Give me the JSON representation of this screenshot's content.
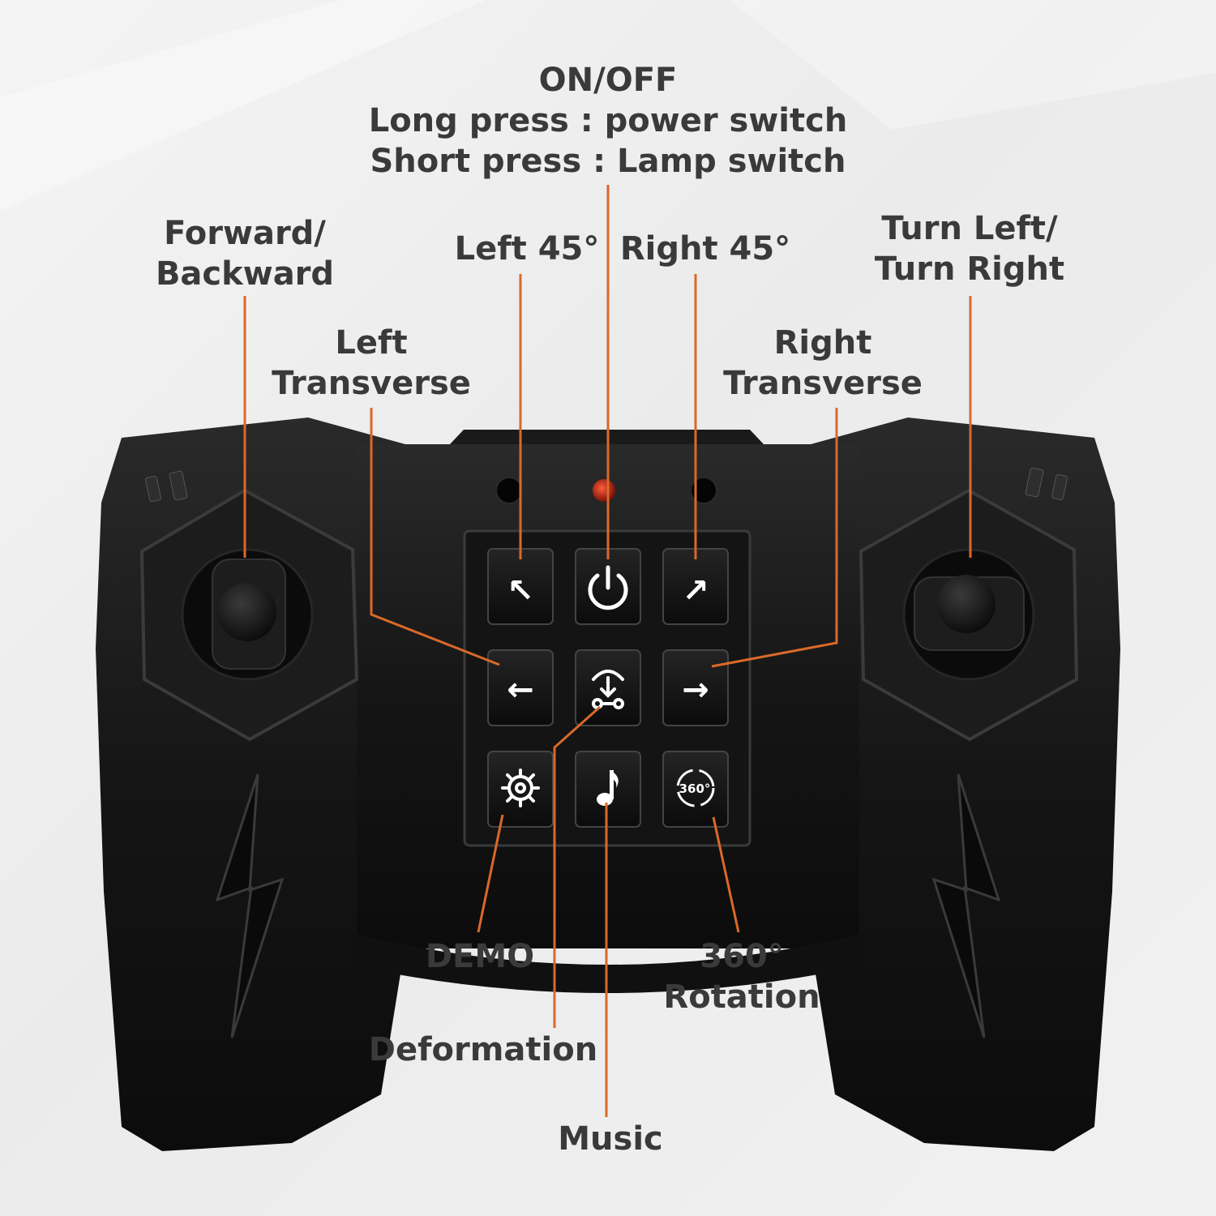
{
  "labels": {
    "onoff": "ON/OFF\nLong press : power switch\nShort press : Lamp switch",
    "forward_backward": "Forward/\nBackward",
    "left_45": "Left 45°",
    "right_45": "Right 45°",
    "turn": "Turn Left/\nTurn Right",
    "left_transverse": "Left\nTransverse",
    "right_transverse": "Right\nTransverse",
    "demo": "DEMO",
    "rotation": "360°\nRotation",
    "deformation": "Deformation",
    "music": "Music"
  },
  "key_glyphs": {
    "up_left": "↖",
    "up_right": "↗",
    "left": "←",
    "right": "→",
    "rotation": "360°"
  },
  "colors": {
    "leader_line": "#d9692a",
    "label_text": "#3a3a3a",
    "controller_body": "#161616",
    "indicator_led": "#c0200f"
  }
}
